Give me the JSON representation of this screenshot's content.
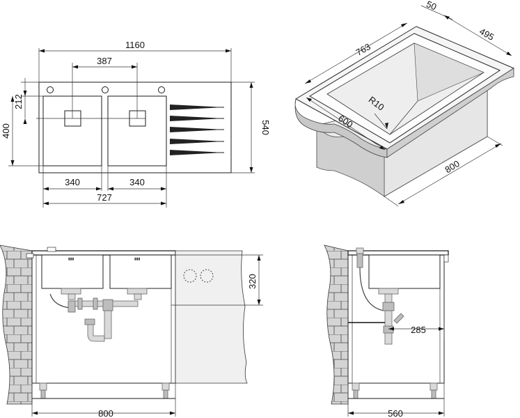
{
  "top_view": {
    "overall_width": "1160",
    "bowl_center_spacing": "387",
    "bowl_depth": "212",
    "bowl_height": "400",
    "overall_depth": "540",
    "bowl_width_left": "340",
    "bowl_width_right": "340",
    "bowls_total_width": "727"
  },
  "iso_view": {
    "thickness": "50",
    "depth": "495",
    "length": "763",
    "radius": "R10",
    "front_width": "600",
    "cabinet_length": "800"
  },
  "front_view": {
    "bowl_depth": "320",
    "cabinet_width": "800"
  },
  "side_view": {
    "pipe_offset": "285",
    "cabinet_depth": "560"
  }
}
